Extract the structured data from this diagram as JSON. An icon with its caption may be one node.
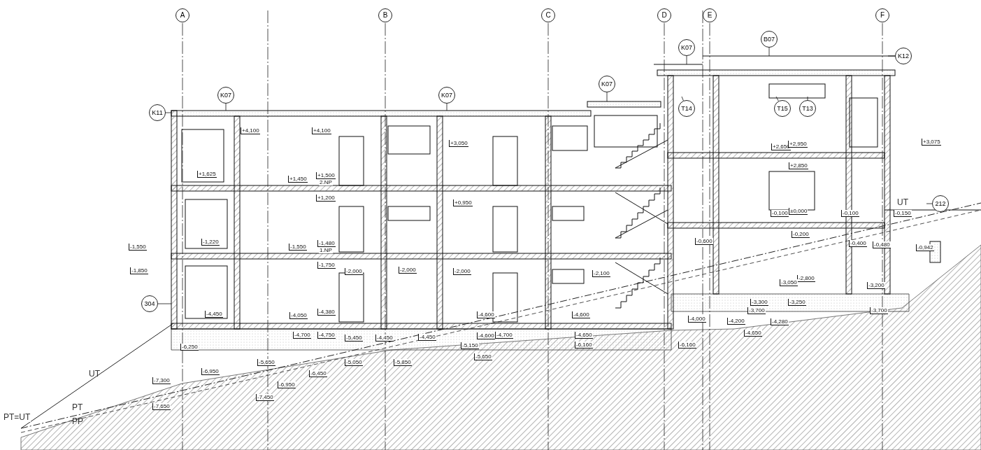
{
  "diagram": {
    "nodes": [
      {
        "text": [
          "A"
        ]
      },
      {
        "text": [
          "B"
        ]
      },
      {
        "text": [
          "C"
        ]
      },
      {
        "text": [
          "D"
        ]
      },
      {
        "text": [
          "E"
        ]
      },
      {
        "text": [
          "F"
        ]
      },
      {
        "text": [
          "K11"
        ]
      },
      {
        "text": [
          "K07"
        ]
      },
      {
        "text": [
          "K07"
        ]
      },
      {
        "text": [
          "K07"
        ]
      },
      {
        "text": [
          "K07"
        ]
      },
      {
        "text": [
          "B07"
        ]
      },
      {
        "text": [
          "K12"
        ]
      },
      {
        "text": [
          "T14"
        ]
      },
      {
        "text": [
          "T15"
        ]
      },
      {
        "text": [
          "T13"
        ]
      },
      {
        "text": [
          "212"
        ]
      },
      {
        "text": [
          "304"
        ]
      }
    ],
    "edges": [
      {
        "from": 6,
        "to": null,
        "arrow": "none"
      },
      {
        "from": 7,
        "to": null,
        "arrow": "none"
      },
      {
        "from": 8,
        "to": null,
        "arrow": "none"
      },
      {
        "from": 9,
        "to": null,
        "arrow": "none"
      },
      {
        "from": 10,
        "to": null,
        "arrow": "none"
      },
      {
        "from": 11,
        "to": null,
        "arrow": "none"
      },
      {
        "from": 12,
        "to": null,
        "arrow": "none"
      },
      {
        "from": 13,
        "to": null,
        "arrow": "none"
      },
      {
        "from": 14,
        "to": null,
        "arrow": "none"
      },
      {
        "from": 15,
        "to": null,
        "arrow": "none"
      },
      {
        "from": 16,
        "to": null,
        "arrow": "none"
      },
      {
        "from": 17,
        "to": null,
        "arrow": "none"
      }
    ],
    "labels": [
      "+4,100",
      "+4,100",
      "+3,050",
      "+3,075",
      "+2,650",
      "+2,950",
      "+2,850",
      "+1,625",
      "+1,450",
      "+1,500",
      "2.NP",
      "+1,200",
      "+0,950",
      "-0,100",
      "±0,000",
      "-0,100",
      "-0,150",
      "-0,600",
      "-0,200",
      "-0,400",
      "-0,480",
      "-0,942",
      "-1,220",
      "-1,550",
      "-1,850",
      "-1,550",
      "-1,480",
      "1.NP",
      "-1,750",
      "-2,000",
      "-2,000",
      "-2,000",
      "-2,100",
      "-2,800",
      "-3,050",
      "-3,200",
      "-3,300",
      "-3,250",
      "-3,700",
      "-3,700",
      "-4,000",
      "-4,200",
      "-4,280",
      "-4,650",
      "-4,450",
      "-4,050",
      "-4,380",
      "-4,700",
      "-4,750",
      "-4,600",
      "-4,600",
      "-4,600",
      "-4,700",
      "-4,650",
      "-5,450",
      "-4,450",
      "-4,450",
      "-5,150",
      "-5,650",
      "-6,160",
      "-5,050",
      "-5,850",
      "-6,160",
      "-6,250",
      "-5,650",
      "-6,950",
      "-7,300",
      "-6,450",
      "-6,950",
      "-7,450",
      "-7,650",
      "UT",
      "UT",
      "PT",
      "PP",
      "PT=UT"
    ]
  }
}
